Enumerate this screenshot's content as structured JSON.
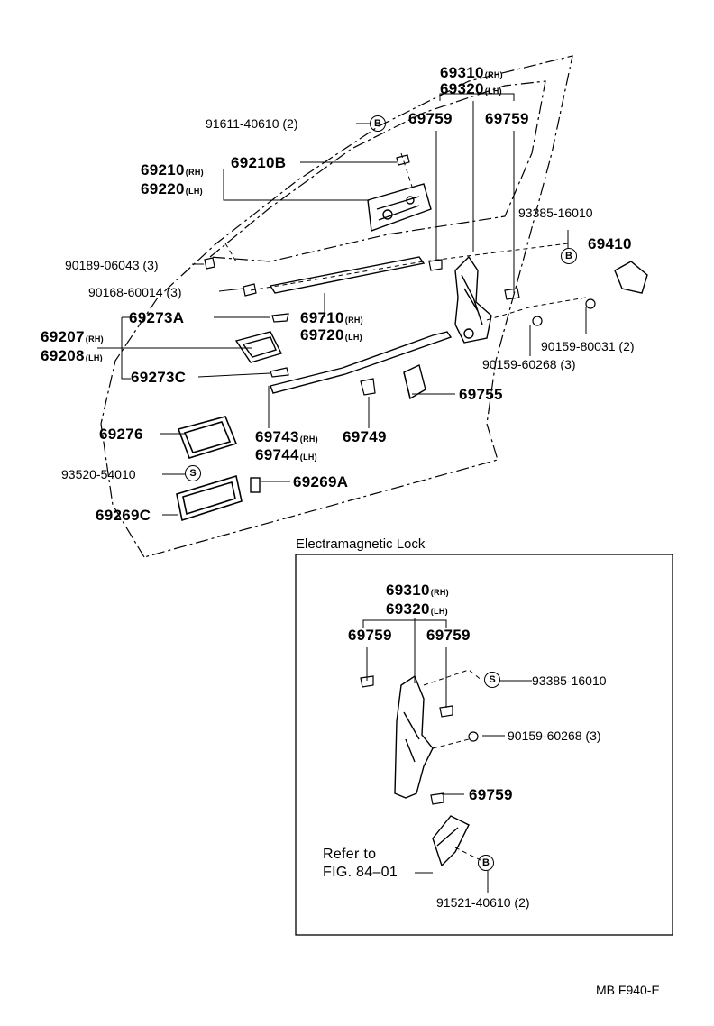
{
  "diagram_code": "MB F940-E",
  "main_labels": {
    "lock_rh": "69310",
    "lock_rh_sfx": "(RH)",
    "lock_lh": "69320",
    "lock_lh_sfx": "(LH)",
    "bolt_b": "91611-40610 (2)",
    "clip_69759_a": "69759",
    "clip_69759_b": "69759",
    "handle_rh": "69210",
    "handle_rh_sfx": "(RH)",
    "handle_lh": "69220",
    "handle_lh_sfx": "(LH)",
    "handle_b": "69210B",
    "screw_93385": "93385-16010",
    "cover_69410": "69410",
    "nut_90189": "90189-06043 (3)",
    "screw_90168": "90168-60014 (3)",
    "clip_69273a": "69273A",
    "rod_rh": "69710",
    "rod_rh_sfx": "(RH)",
    "rod_lh": "69720",
    "rod_lh_sfx": "(LH)",
    "inner_rh": "69207",
    "inner_rh_sfx": "(RH)",
    "inner_lh": "69208",
    "inner_lh_sfx": "(LH)",
    "screw_90159a": "90159-80031 (2)",
    "screw_90159b": "90159-60268 (3)",
    "clip_69273c": "69273C",
    "cover_69755": "69755",
    "bezel_69276": "69276",
    "rod2_rh": "69743",
    "rod2_rh_sfx": "(RH)",
    "rod2_lh": "69744",
    "rod2_lh_sfx": "(LH)",
    "clip_69749": "69749",
    "screw_93520": "93520-54010",
    "plug_69269a": "69269A",
    "pad_69269c": "69269C",
    "marker_b": "B",
    "marker_s": "S"
  },
  "inset": {
    "title": "Electramagnetic Lock",
    "lock_rh": "69310",
    "lock_rh_sfx": "(RH)",
    "lock_lh": "69320",
    "lock_lh_sfx": "(LH)",
    "clip_a": "69759",
    "clip_b": "69759",
    "screw_93385": "93385-16010",
    "screw_90159": "90159-60268 (3)",
    "clip_c": "69759",
    "refer_line1": "Refer to",
    "refer_line2": "FIG. 84–01",
    "bolt": "91521-40610 (2)",
    "marker_b": "B",
    "marker_s": "S"
  }
}
